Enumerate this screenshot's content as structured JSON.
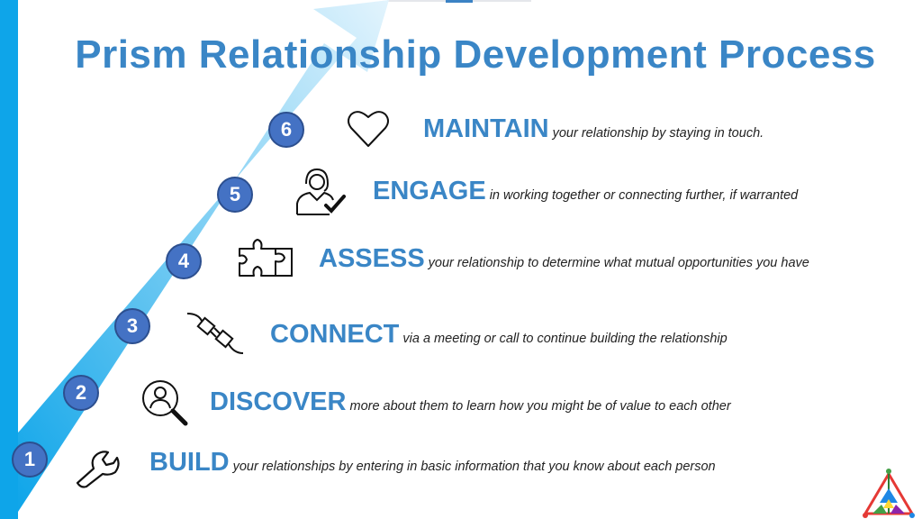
{
  "title": "Prism Relationship Development Process",
  "colors": {
    "accent": "#3a86c6",
    "badge": "#4472c4",
    "arrow_start": "#0ea5e9",
    "arrow_end": "#dff3fd"
  },
  "steps": [
    {
      "number": "1",
      "title": "BUILD",
      "description": "your relationships by entering in basic information that you know about each person",
      "icon": "wrench-icon"
    },
    {
      "number": "2",
      "title": "DISCOVER",
      "description": "more about them to learn how you might be of value to each other",
      "icon": "profile-search-icon"
    },
    {
      "number": "3",
      "title": "CONNECT",
      "description": "via a meeting or call to continue building the relationship",
      "icon": "plug-icon"
    },
    {
      "number": "4",
      "title": "ASSESS",
      "description": "your relationship to determine what mutual opportunities you have",
      "icon": "puzzle-icon"
    },
    {
      "number": "5",
      "title": "ENGAGE",
      "description": "in working together or connecting further, if warranted",
      "icon": "person-check-icon"
    },
    {
      "number": "6",
      "title": "MAINTAIN",
      "description": "your relationship by staying in touch.",
      "icon": "heart-icon"
    }
  ]
}
